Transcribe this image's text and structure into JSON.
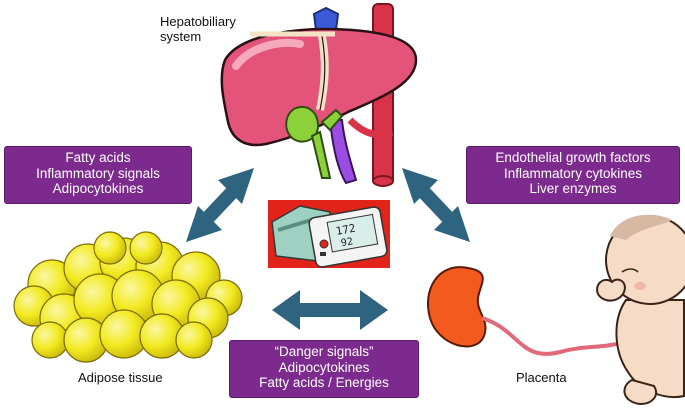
{
  "labels": {
    "hepatobiliary": [
      "Hepatobiliary",
      "system"
    ],
    "adipose": "Adipose tissue",
    "placenta": "Placenta"
  },
  "boxes": {
    "left": [
      "Fatty acids",
      "Inflammatory signals",
      "Adipocytokines"
    ],
    "right": [
      "Endothelial growth factors",
      "Inflammatory cytokines",
      "Liver enzymes"
    ],
    "bottom": [
      "“Danger signals”",
      "Adipocytokines",
      "Fatty acids / Energies"
    ]
  },
  "monitor": {
    "systolic": "172",
    "diastolic": "92"
  },
  "colors": {
    "box_fill": "#7d2a8f",
    "arrow": "#2e6480",
    "liver": "#e4547a",
    "fat": "#f2ea1f",
    "placenta": "#f25a1e",
    "vessel_red": "#d93349",
    "vessel_blue": "#3b5bd6",
    "bile": "#8cd13a"
  }
}
